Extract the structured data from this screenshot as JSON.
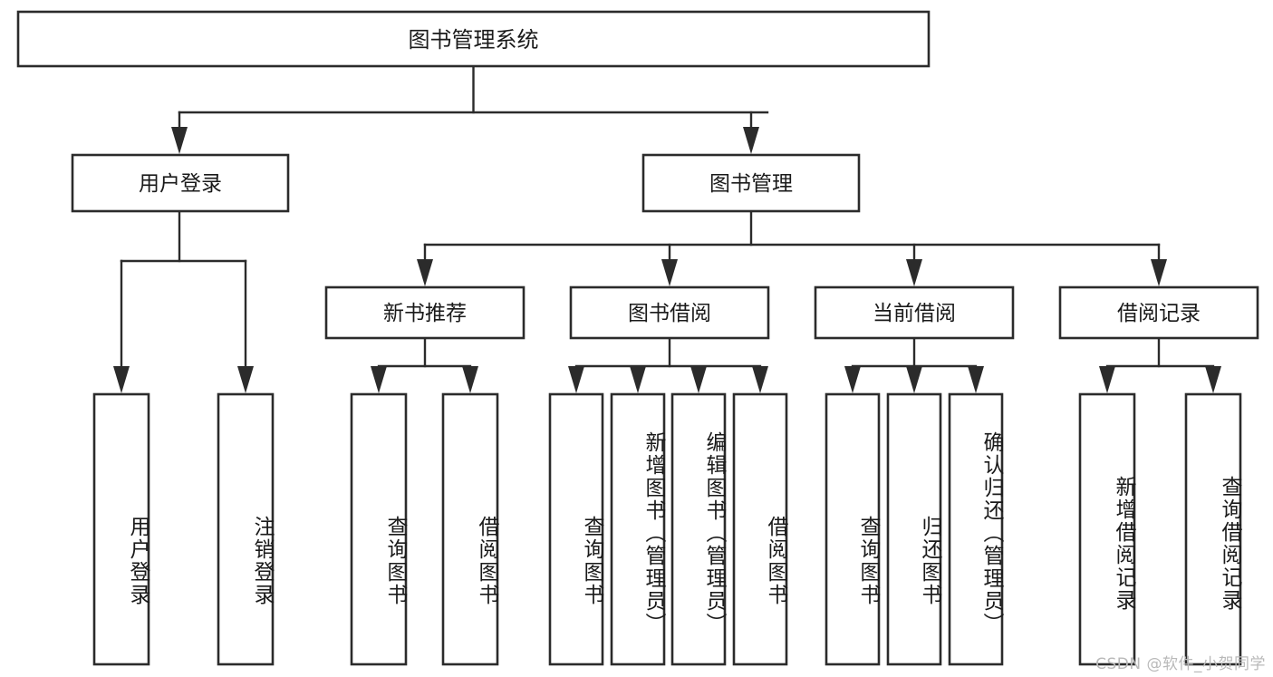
{
  "diagram": {
    "type": "hierarchy-tree",
    "title": "图书管理系统",
    "root": {
      "id": "root",
      "label": "图书管理系统",
      "orientation": "horizontal"
    },
    "level2": [
      {
        "id": "user-login",
        "label": "用户登录",
        "orientation": "horizontal"
      },
      {
        "id": "book-management",
        "label": "图书管理",
        "orientation": "horizontal"
      }
    ],
    "level3": [
      {
        "id": "new-book-recommend",
        "label": "新书推荐",
        "orientation": "horizontal",
        "parent": "book-management"
      },
      {
        "id": "book-borrow",
        "label": "图书借阅",
        "orientation": "horizontal",
        "parent": "book-management"
      },
      {
        "id": "current-borrow",
        "label": "当前借阅",
        "orientation": "horizontal",
        "parent": "book-management"
      },
      {
        "id": "borrow-record",
        "label": "借阅记录",
        "orientation": "horizontal",
        "parent": "book-management"
      }
    ],
    "leaves": [
      {
        "id": "leaf-user-login",
        "label": "用户登录",
        "parent": "user-login",
        "orientation": "vertical"
      },
      {
        "id": "leaf-logout",
        "label": "注销登录",
        "parent": "user-login",
        "orientation": "vertical"
      },
      {
        "id": "leaf-query-book-1",
        "label": "查询图书",
        "parent": "new-book-recommend",
        "orientation": "vertical"
      },
      {
        "id": "leaf-borrow-book-1",
        "label": "借阅图书",
        "parent": "new-book-recommend",
        "orientation": "vertical"
      },
      {
        "id": "leaf-query-book-2",
        "label": "查询图书",
        "parent": "book-borrow",
        "orientation": "vertical"
      },
      {
        "id": "leaf-add-book",
        "label": "新增图书（管理员）",
        "parent": "book-borrow",
        "orientation": "vertical"
      },
      {
        "id": "leaf-edit-book",
        "label": "编辑图书（管理员）",
        "parent": "book-borrow",
        "orientation": "vertical"
      },
      {
        "id": "leaf-borrow-book-2",
        "label": "借阅图书",
        "parent": "book-borrow",
        "orientation": "vertical"
      },
      {
        "id": "leaf-query-book-3",
        "label": "查询图书",
        "parent": "current-borrow",
        "orientation": "vertical"
      },
      {
        "id": "leaf-return-book",
        "label": "归还图书",
        "parent": "current-borrow",
        "orientation": "vertical"
      },
      {
        "id": "leaf-confirm-return",
        "label": "确认归还（管理员）",
        "parent": "current-borrow",
        "orientation": "vertical"
      },
      {
        "id": "leaf-add-record",
        "label": "新增借阅记录",
        "parent": "borrow-record",
        "orientation": "vertical"
      },
      {
        "id": "leaf-query-record",
        "label": "查询借阅记录",
        "parent": "borrow-record",
        "orientation": "vertical"
      }
    ],
    "watermark": "CSDN @软件_小贺同学",
    "colors": {
      "stroke": "#2b2b2b",
      "fill": "#ffffff",
      "text": "#1a1a1a",
      "watermark": "#b9b9b9",
      "background": "#ffffff"
    }
  }
}
